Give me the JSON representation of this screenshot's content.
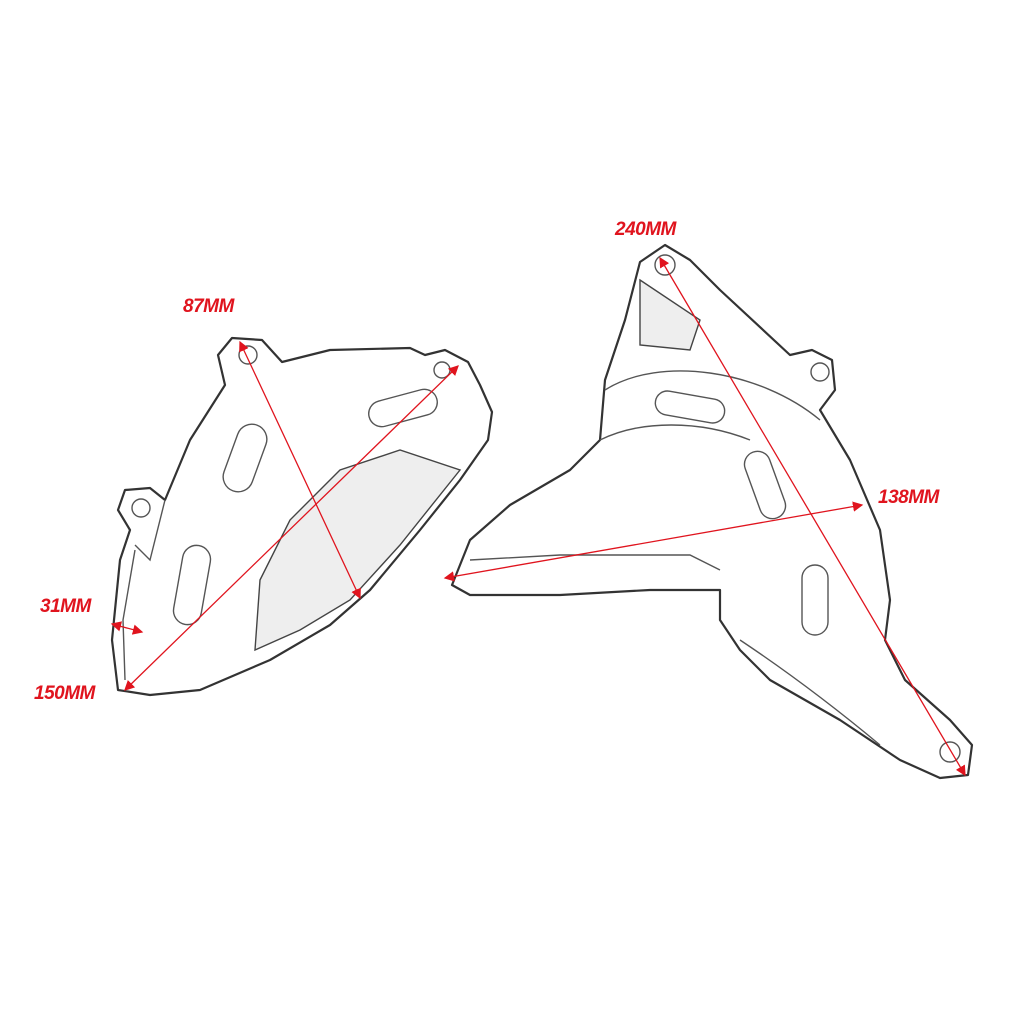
{
  "title": "Front sprocket cover dimension diagram",
  "dimensions": {
    "d87": "87MM",
    "d240": "240MM",
    "d138": "138MM",
    "d31": "31MM",
    "d150": "150MM"
  },
  "colors": {
    "dimension": "#e0141e",
    "outline": "#333333"
  }
}
